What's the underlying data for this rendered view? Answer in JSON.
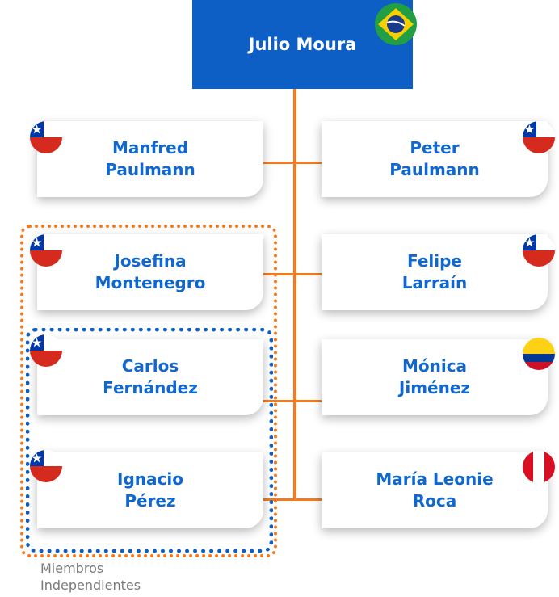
{
  "chairman": {
    "name": "Julio Moura",
    "flag": "brazil-flag"
  },
  "left_members": [
    {
      "line1": "Manfred",
      "line2": "Paulmann",
      "flag": "chile-flag"
    },
    {
      "line1": "Josefina",
      "line2": "Montenegro",
      "flag": "chile-flag"
    },
    {
      "line1": "Carlos",
      "line2": "Fernández",
      "flag": "chile-flag"
    },
    {
      "line1": "Ignacio",
      "line2": "Pérez",
      "flag": "chile-flag"
    }
  ],
  "right_members": [
    {
      "line1": "Peter",
      "line2": "Paulmann",
      "flag": "chile-flag"
    },
    {
      "line1": "Felipe",
      "line2": "Larraín",
      "flag": "chile-flag"
    },
    {
      "line1": "Mónica",
      "line2": "Jiménez",
      "flag": "colombia-flag"
    },
    {
      "line1": "María Leonie",
      "line2": "Roca",
      "flag": "peru-flag"
    }
  ],
  "independent_label": {
    "line1": "Miembros",
    "line2": "Independientes"
  },
  "colors": {
    "primary_blue": "#0d5fc6",
    "text_blue": "#1067d0",
    "connector_orange": "#f47a20",
    "label_gray": "#7a7a7a"
  }
}
